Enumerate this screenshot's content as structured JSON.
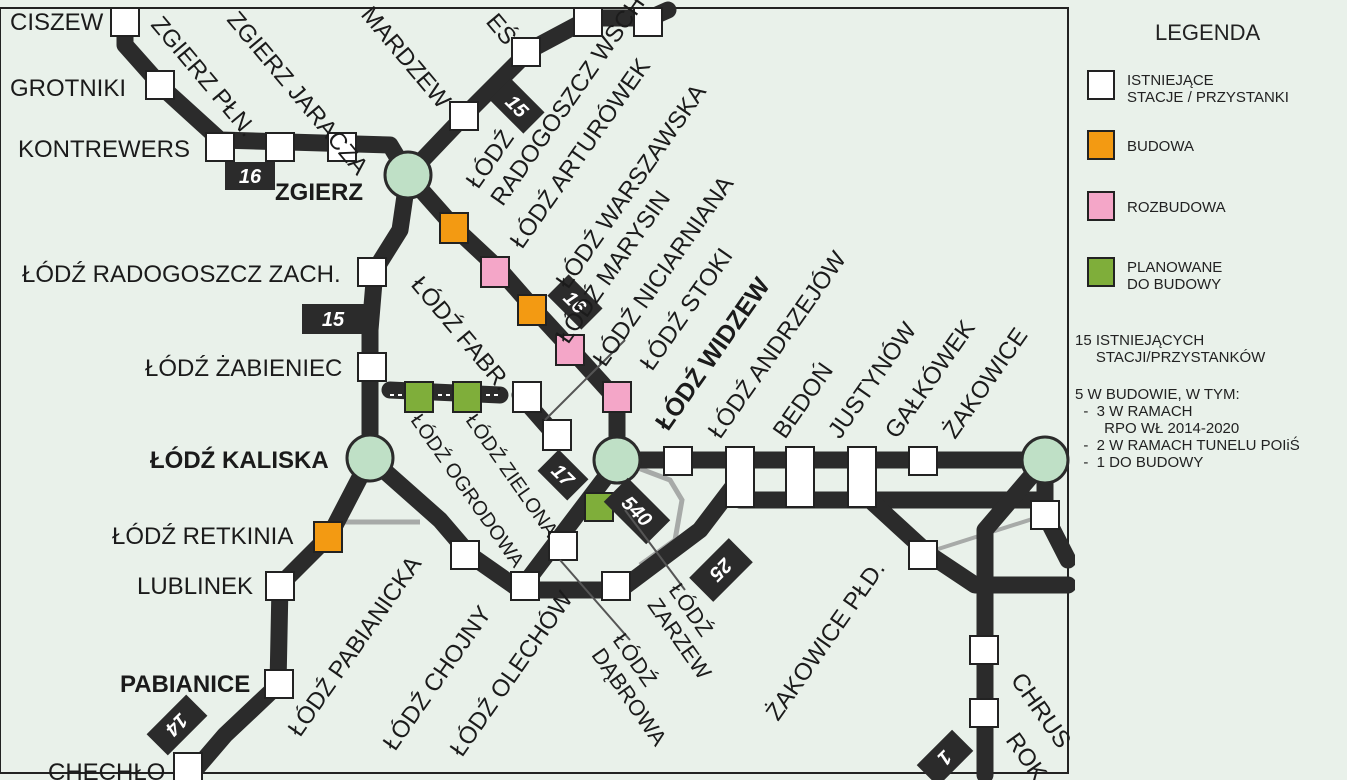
{
  "colors": {
    "background": "#e9f1ea",
    "track": "#2b2b2b",
    "existing": "#ffffff",
    "construction": "#f39a12",
    "expansion": "#f4a6c8",
    "planned": "#7fae3a",
    "hub": "#bfe0c6",
    "badge": "#2b2b2b"
  },
  "map": {
    "stations": {
      "ciszew": "CISZEW",
      "zgierz_jaracza": "ZGIERZ JARACZA",
      "zgierz_pln": "ZGIERZ PŁN.",
      "grotniki": "GROTNIKI",
      "kontrewers": "KONTREWERS",
      "mardzew": "MARDZEW",
      "cut_es": "EŚ",
      "zgierz": "ZGIERZ",
      "lodz_radogoszcz_wsch": "ŁÓDŹ\nRADOGOSZCZ WSCH",
      "lodz_arturowek": "ŁÓDŹ ARTURÓWEK",
      "lodz_warszawska": "ŁÓDŹ WARSZAWSKA",
      "lodz_marysin": "ŁÓDŹ MARYSIN",
      "lodz_niciarniana": "ŁÓDŹ  NICIARNIANA",
      "lodz_stoki": "ŁÓDŹ STOKI",
      "lodz_widzew": "ŁÓDŹ WIDZEW",
      "lodz_andrzejow": "ŁÓDŹ ANDRZEJÓW",
      "bedon": "BEDOŃ",
      "justynow": "JUSTYNÓW",
      "galkowek": "GAŁKÓWEK",
      "zakowice": "ŻAKOWICE",
      "lodz_radogoszcz_zach": "ŁÓDŹ RADOGOSZCZ ZACH.",
      "lodz_zabieniec": "ŁÓDŹ ŻABIENIEC",
      "lodz_fabr": "ŁÓDŹ FABR.",
      "lodz_kaliska": "ŁÓDŹ KALISKA",
      "lodz_ogrodowa": "ŁÓDŹ OGRODOWA",
      "lodz_zielona": "ŁÓDŹ ZIELONA",
      "lodz_retkinia": "ŁÓDŹ RETKINIA",
      "lublinek": "LUBLINEK",
      "pabianice": "PABIANICE",
      "checiny": "CHECHŁO",
      "lodz_pabianicka": "ŁÓDŹ PABIANICKA",
      "lodz_chojny": "ŁÓDŹ CHOJNY",
      "lodz_olechow": "ŁÓDŹ OLECHÓW",
      "lodz_dabrowa": "ŁÓDŹ\nDĄBROWA",
      "lodz_zarzew": "ŁÓDŹ\nZARZEW",
      "zakowice_pld": "ŻAKOWICE PŁD.",
      "chrus": "CHRUS",
      "rok": "ROK"
    },
    "line_badges": [
      "16",
      "15",
      "15",
      "16",
      "17",
      "540",
      "25",
      "14",
      "1"
    ]
  },
  "legend": {
    "title": "LEGENDA",
    "items": [
      {
        "label": "ISTNIEJĄCE\nSTACJE / PRZYSTANKI",
        "color": "#ffffff"
      },
      {
        "label": "BUDOWA",
        "color": "#f39a12"
      },
      {
        "label": "ROZBUDOWA",
        "color": "#f4a6c8"
      },
      {
        "label": "PLANOWANE\nDO BUDOWY",
        "color": "#7fae3a"
      }
    ],
    "summary_1": "15 ISTNIEJĄCYCH\n     STACJI/PRZYSTANKÓW",
    "summary_2": "5 W BUDOWIE, W TYM:\n  -  3 W RAMACH\n       RPO WŁ 2014-2020\n  -  2 W RAMACH TUNELU POIiŚ\n  -  1 DO BUDOWY"
  }
}
